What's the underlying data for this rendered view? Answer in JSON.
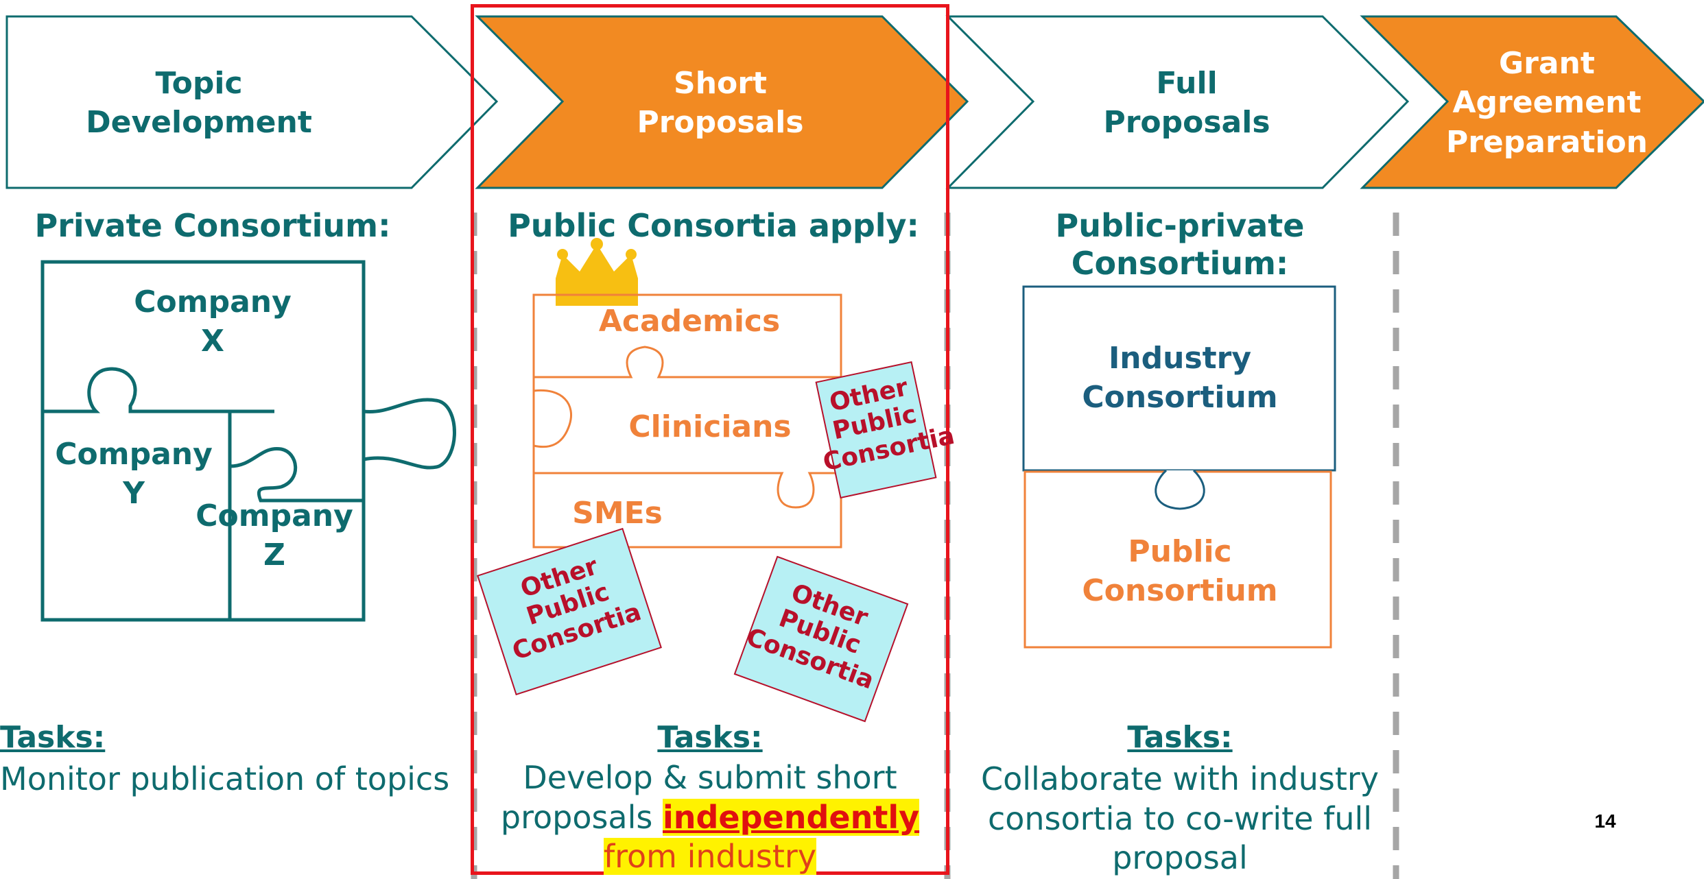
{
  "stages": [
    {
      "label": "Topic\nDevelopment"
    },
    {
      "label": "Short\nProposals"
    },
    {
      "label": "Full\nProposals"
    },
    {
      "label": "Grant\nAgreement\nPreparation"
    }
  ],
  "col1": {
    "heading": "Private Consortium:",
    "company_x": "Company\nX",
    "company_y": "Company\nY",
    "company_z": "Company\nZ",
    "tasks_title": "Tasks:",
    "tasks_text": "Monitor publication of topics"
  },
  "col2": {
    "heading": "Public Consortia apply:",
    "academics": "Academics",
    "clinicians": "Clinicians",
    "smes": "SMEs",
    "other_public_1": "Other\nPublic\nConsortia",
    "other_public_2": "Other\nPublic\nConsortia",
    "other_public_3": "Other\nPublic\nConsortia",
    "tasks_title": "Tasks:",
    "tasks_line1": "Develop & submit short",
    "tasks_line2_prefix": "proposals ",
    "tasks_line2_highlight": "independently",
    "tasks_line3": "from industry"
  },
  "col3": {
    "heading": "Public-private\nConsortium:",
    "industry": "Industry\nConsortium",
    "public": "Public\nConsortium",
    "tasks_title": "Tasks:",
    "tasks_text": "Collaborate with industry\nconsortia to co-write full\nproposal"
  },
  "page_number": "14",
  "colors": {
    "teal": "#0e6b6e",
    "orange": "#f28a22",
    "red_frame": "#e8141c",
    "sticker_fill": "#b7f0f4",
    "sticker_text": "#b8102a",
    "highlight": "#fff200"
  }
}
